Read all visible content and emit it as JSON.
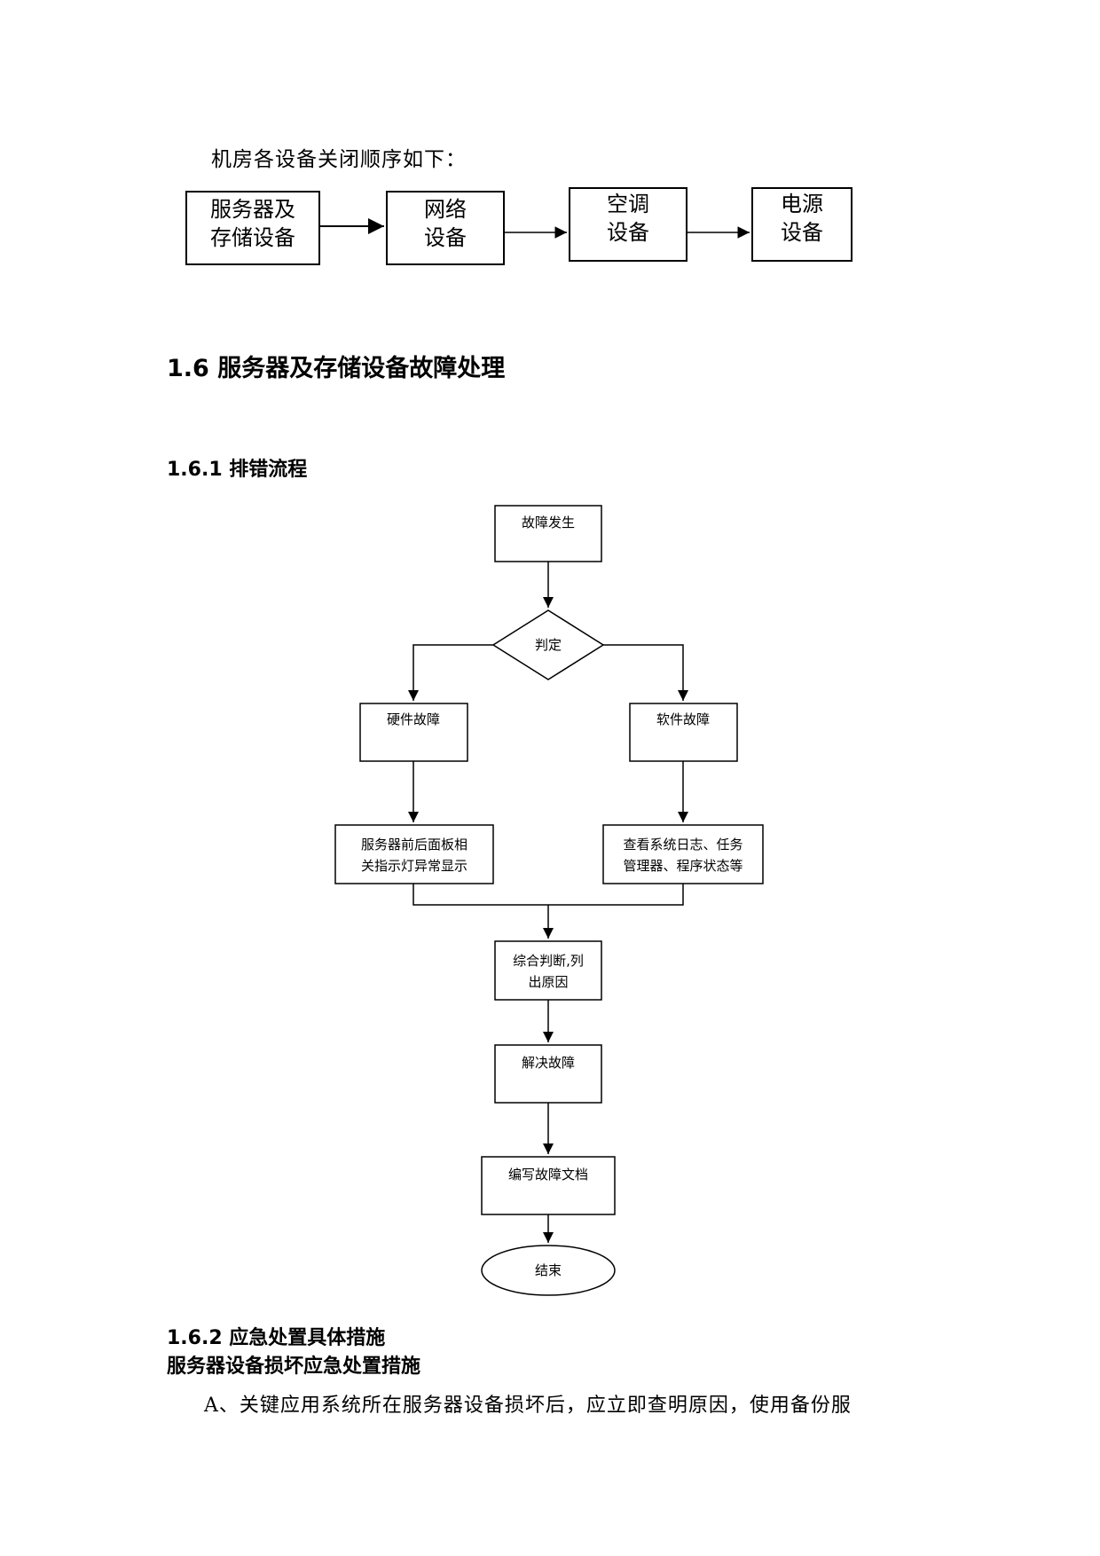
{
  "intro_text": "机房各设备关闭顺序如下：",
  "shutdown_sequence": [
    {
      "line1": "服务器及",
      "line2": "存储设备"
    },
    {
      "line1": "网络",
      "line2": "设备"
    },
    {
      "line1": "空调",
      "line2": "设备"
    },
    {
      "line1": "电源",
      "line2": "设备"
    }
  ],
  "section_heading": "1.6 服务器及存储设备故障处理",
  "subsection_1": "1.6.1 排错流程",
  "flowchart": {
    "start": "故障发生",
    "decision": "判定",
    "hardware": "硬件故障",
    "software": "软件故障",
    "hardware_check": {
      "line1": "服务器前后面板相",
      "line2": "关指示灯异常显示"
    },
    "software_check": {
      "line1": "查看系统日志、任务",
      "line2": "管理器、程序状态等"
    },
    "analyze": {
      "line1": "综合判断,列",
      "line2": "出原因"
    },
    "resolve": "解决故障",
    "document": "编写故障文档",
    "end": "结束"
  },
  "subsection_2": "1.6.2 应急处置具体措施",
  "subsection_2_title": "服务器设备损坏应急处置措施",
  "paragraph_a": "A、关键应用系统所在服务器设备损坏后，应立即查明原因，使用备份服"
}
